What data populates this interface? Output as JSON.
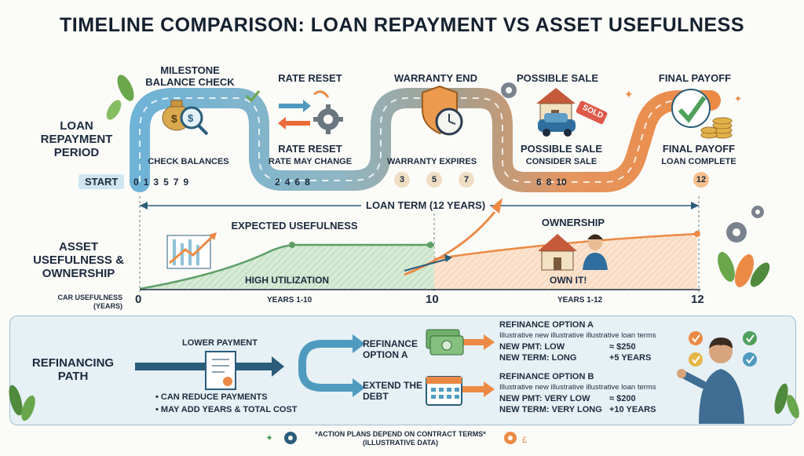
{
  "title": "TIMELINE COMPARISON: LOAN REPAYMENT VS ASSET USEFULNESS",
  "loan_row": {
    "label": "LOAN REPAYMENT PERIOD",
    "start": "START",
    "numbers_a": [
      "0",
      "1",
      "3",
      "5",
      "7",
      "9"
    ],
    "numbers_b": [
      "2",
      "4",
      "6",
      "8"
    ],
    "numbers_c": [
      "3",
      "5",
      "7"
    ],
    "numbers_d": [
      "6",
      "8",
      "10"
    ],
    "final_number": "12",
    "stages": [
      {
        "top": "MILESTONE BALANCE CHECK",
        "bottom": "CHECK BALANCES",
        "sub": ""
      },
      {
        "top": "RATE RESET",
        "bottom": "RATE RESET",
        "sub": "RATE MAY CHANGE"
      },
      {
        "top": "WARRANTY END",
        "bottom": "WARRANTY EXPIRES",
        "sub": ""
      },
      {
        "top": "POSSIBLE SALE",
        "bottom": "POSSIBLE SALE",
        "sub": "CONSIDER SALE"
      },
      {
        "top": "FINAL PAYOFF",
        "bottom": "FINAL PAYOFF",
        "sub": "LOAN COMPLETE"
      }
    ],
    "sold_tag": "SOLD"
  },
  "loan_term": "LOAN TERM (12 YEARS)",
  "asset_row": {
    "label": "ASSET USEFULNESS & OWNERSHIP",
    "expected": "EXPECTED USEFULNESS",
    "high_util": "HIGH UTILIZATION",
    "ownership": "OWNERSHIP",
    "own_it": "OWN IT!",
    "axis_label": "CAR USEFULNESS (YEARS)",
    "axis_0": "0",
    "axis_10": "10",
    "axis_12": "12",
    "years_a": "YEARS 1-10",
    "years_b": "YEARS 1-12"
  },
  "refi": {
    "label": "REFINANCING PATH",
    "lower_payment": "LOWER PAYMENT",
    "bullet1": "CAN REDUCE PAYMENTS",
    "bullet2": "MAY ADD YEARS & TOTAL COST",
    "opt_a_label": "REFINANCE OPTION A",
    "opt_b_label": "EXTEND THE DEBT",
    "a": {
      "title": "REFINANCE OPTION A",
      "sub": "Illustrative new illustrative illustrative loan terms",
      "pmt_label": "NEW PMT: LOW",
      "pmt_value": "≈ $250",
      "term_label": "NEW TERM: LONG",
      "term_value": "+5 YEARS"
    },
    "b": {
      "title": "REFINANCE OPTION B",
      "sub": "Illustrative new illustrative illustrative loan terms",
      "pmt_label": "NEW PMT: VERY LOW",
      "pmt_value": "≈ $200",
      "term_label": "NEW TERM: VERY LONG",
      "term_value": "+10 YEARS"
    }
  },
  "footer": {
    "line1": "*ACTION PLANS DEPEND ON CONTRACT TERMS*",
    "line2": "(ILLUSTRATIVE DATA)"
  },
  "colors": {
    "blue": "#6fb3d6",
    "gray": "#9a9a8f",
    "orange": "#ec8a45",
    "green": "#8cc59a",
    "navy": "#2b5c7a"
  }
}
